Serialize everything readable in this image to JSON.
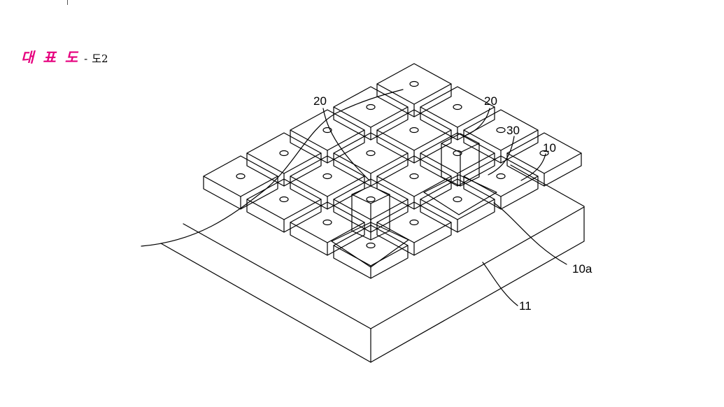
{
  "heading": {
    "label": "대 표 도",
    "separator": "-",
    "figure": "도2"
  },
  "colors": {
    "heading_accent": "#e6007e",
    "line": "#000000"
  },
  "reference_numerals": {
    "pillar_left": "20",
    "pillar_right": "20",
    "adhesive": "30",
    "pad": "10",
    "pad_edge": "10a",
    "substrate": "11"
  }
}
